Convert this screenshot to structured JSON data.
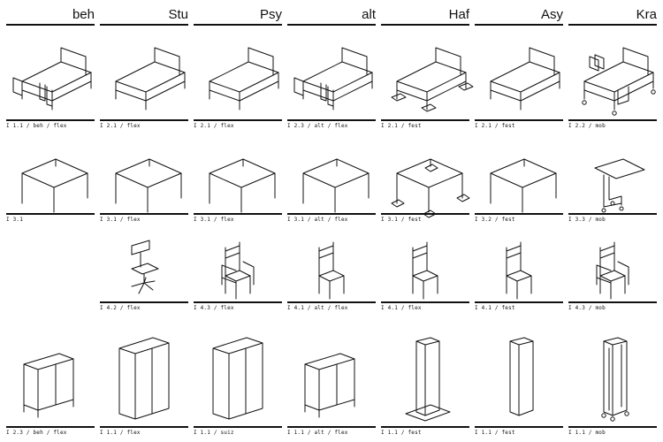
{
  "columns": [
    "beh",
    "Stu",
    "Psy",
    "alt",
    "Haf",
    "Asy",
    "Kra"
  ],
  "rows": [
    {
      "object": "bed",
      "captions": [
        "I 1.1 / beh / flex",
        "I 2.1 / flex",
        "I 2.1 / flex",
        "I 2.3 / alt / flex",
        "I 2.1 / fest",
        "I 2.1 / fest",
        "I 2.2 / mob"
      ],
      "variants": [
        "storage",
        "plain",
        "plain",
        "storage",
        "fixed",
        "plain",
        "mobile"
      ]
    },
    {
      "object": "table",
      "captions": [
        "I 3.1",
        "I 3.1 / flex",
        "I 3.1 / flex",
        "I 3.1 / alt / flex",
        "I 3.1 / fest",
        "I 3.2 / fest",
        "I 3.3 / mob"
      ],
      "variants": [
        "plain",
        "plain",
        "plain",
        "plain",
        "fixed",
        "plain",
        "mobile"
      ]
    },
    {
      "object": "chair",
      "captions": [
        "",
        "I 4.2 / flex",
        "I 4.3 / flex",
        "I 4.1 / alt / flex",
        "I 4.1 / flex",
        "I 4.1 / fest",
        "I 4.3 / mob"
      ],
      "variants": [
        "none",
        "swivel",
        "armchair",
        "plain",
        "plain",
        "plain",
        "armchair"
      ]
    },
    {
      "object": "wardrobe",
      "captions": [
        "I 2.3 / beh / flex",
        "I 1.1 / flex",
        "I 1.1 / suiz",
        "I 1.1 / alt / flex",
        "I 1.1 / fest",
        "I 1.1 / fest",
        "I 1.1 / mob"
      ],
      "variants": [
        "legs",
        "tall",
        "tall",
        "legs",
        "column-base",
        "column",
        "column-mobile"
      ]
    }
  ]
}
